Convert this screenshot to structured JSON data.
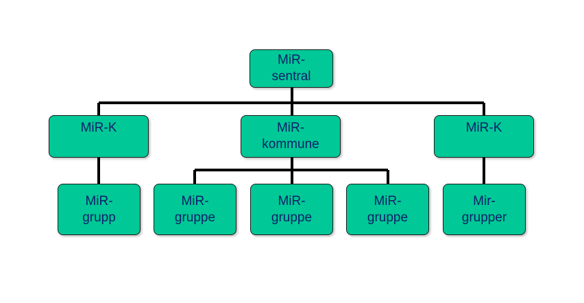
{
  "colors": {
    "node_fill": "#00c896",
    "node_text": "#0d1f6b",
    "connector": "#000000",
    "background": "#ffffff"
  },
  "diagram": {
    "root": {
      "line1": "MiR-",
      "line2": "sentral"
    },
    "level2": {
      "left": {
        "line1": "MiR-K"
      },
      "center": {
        "line1": "MiR-",
        "line2": "kommune"
      },
      "right": {
        "line1": "MiR-K"
      }
    },
    "level3": {
      "left": {
        "line1": "MiR-",
        "line2": "grupp"
      },
      "center_1": {
        "line1": "MiR-",
        "line2": "gruppe"
      },
      "center_2": {
        "line1": "MiR-",
        "line2": "gruppe"
      },
      "center_3": {
        "line1": "MiR-",
        "line2": "gruppe"
      },
      "right": {
        "line1": "Mir-",
        "line2": "grupper"
      }
    }
  }
}
